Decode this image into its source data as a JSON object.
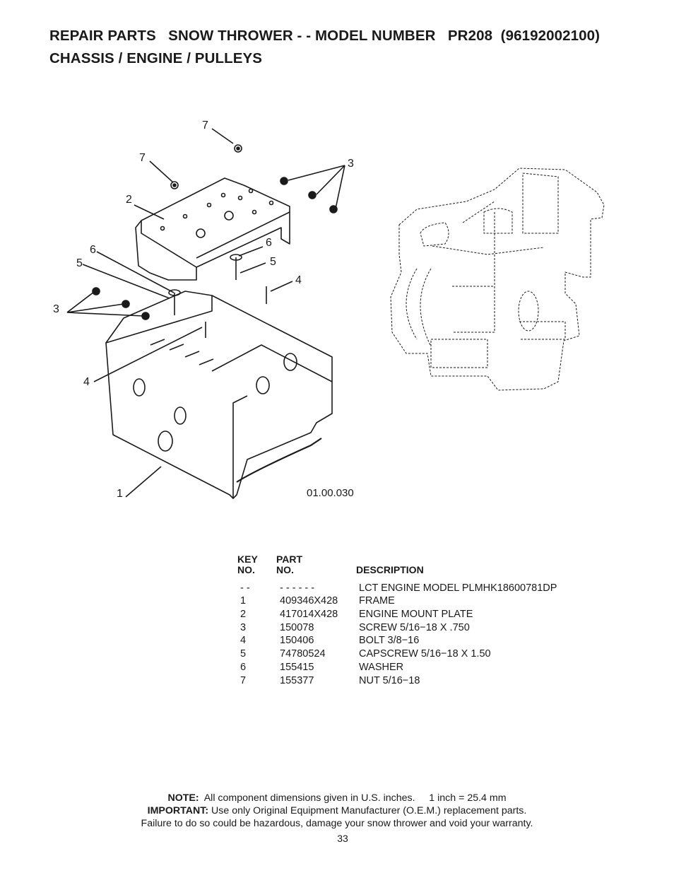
{
  "header": {
    "line1": "REPAIR PARTS   SNOW THROWER - - MODEL NUMBER   PR208  (96192002100)",
    "line2": "CHASSIS / ENGINE / PULLEYS"
  },
  "diagram": {
    "callouts": [
      "7",
      "7",
      "3",
      "2",
      "6",
      "6",
      "5",
      "5",
      "4",
      "3",
      "4",
      "1"
    ],
    "reference": "01.00.030"
  },
  "parts_table": {
    "headers": {
      "key_line1": "KEY",
      "key_line2": "NO.",
      "part_line1": "PART",
      "part_line2": "NO.",
      "description": "DESCRIPTION"
    },
    "rows": [
      {
        "key": "- -",
        "part": "- - - - - -",
        "description": "LCT ENGINE MODEL PLMHK18600781DP"
      },
      {
        "key": "1",
        "part": "409346X428",
        "description": "FRAME"
      },
      {
        "key": "2",
        "part": "417014X428",
        "description": "ENGINE MOUNT PLATE"
      },
      {
        "key": "3",
        "part": "150078",
        "description": "SCREW 5/16−18 X .750"
      },
      {
        "key": "4",
        "part": "150406",
        "description": "BOLT 3/8−16"
      },
      {
        "key": "5",
        "part": "74780524",
        "description": "CAPSCREW 5/16−18 X 1.50"
      },
      {
        "key": "6",
        "part": "155415",
        "description": "WASHER"
      },
      {
        "key": "7",
        "part": "155377",
        "description": "NUT 5/16−18"
      }
    ]
  },
  "footer": {
    "note_label": "NOTE:",
    "note_text": "  All component dimensions given in U.S. inches.     1 inch = 25.4 mm",
    "important_label": "IMPORTANT:",
    "important_text": " Use only Original Equipment Manufacturer (O.E.M.) replacement parts.",
    "warning": "Failure to do so could be hazardous, damage your snow thrower and void your warranty.",
    "page_number": "33"
  }
}
